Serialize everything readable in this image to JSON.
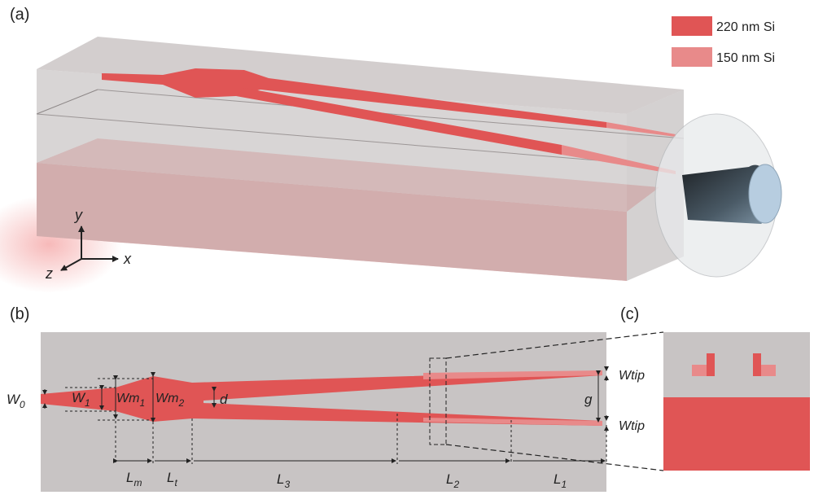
{
  "panels": {
    "a": "(a)",
    "b": "(b)",
    "c": "(c)"
  },
  "legend": [
    {
      "label": "220 nm Si",
      "color": "#e05555"
    },
    {
      "label": "150 nm Si",
      "color": "#e88a8a"
    }
  ],
  "axes": {
    "x": "x",
    "y": "y",
    "z": "z"
  },
  "dims": {
    "w0": "W",
    "w0_sub": "0",
    "w1": "W",
    "w1_sub": "1",
    "wm1": "Wm",
    "wm1_sub": "1",
    "wm2": "Wm",
    "wm2_sub": "2",
    "d": "d",
    "g": "g",
    "wtip_top": "Wtip",
    "wtip_bottom": "Wtip",
    "lm": "L",
    "lm_sub": "m",
    "lt": "L",
    "lt_sub": "t",
    "l3": "L",
    "l3_sub": "3",
    "l2": "L",
    "l2_sub": "2",
    "l1": "L",
    "l1_sub": "1"
  },
  "colors": {
    "si220": "#e05555",
    "si150": "#e88a8a",
    "cladding": "#c8c4c4",
    "box": "#f0a8a8"
  }
}
